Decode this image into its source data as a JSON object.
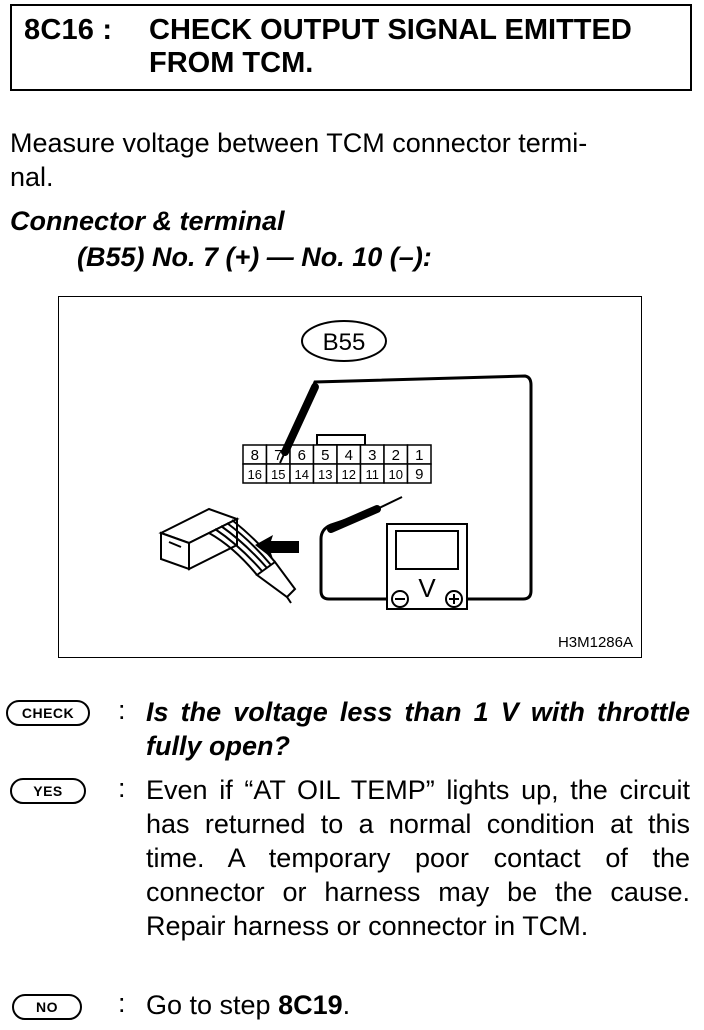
{
  "step": {
    "code": "8C16 :",
    "title": "CHECK OUTPUT SIGNAL EMITTED FROM TCM."
  },
  "instruction": "Measure voltage between TCM connector terminal.",
  "instruction_lines": [
    "Measure voltage between TCM connector termi-",
    "nal."
  ],
  "connector": {
    "label": "Connector & terminal",
    "value": "(B55) No. 7 (+) — No. 10 (–):"
  },
  "figure": {
    "connector_tag": "B55",
    "top_row_pins": [
      "8",
      "7",
      "6",
      "5",
      "4",
      "3",
      "2",
      "1"
    ],
    "bottom_row_pins": [
      "16",
      "15",
      "14",
      "13",
      "12",
      "11",
      "10",
      "9"
    ],
    "meter_symbol": "V",
    "meter_neg": "−",
    "meter_pos": "+",
    "figure_id": "H3M1286A"
  },
  "check": {
    "badge": "CHECK",
    "question": "Is the voltage less than 1 V with throttle fully open?"
  },
  "yes": {
    "badge": "YES",
    "text": "Even if “AT OIL TEMP” lights up, the circuit has returned to a normal condition at this time. A temporary poor contact of the connector or harness may be the cause. Repair harness or connector in TCM."
  },
  "no": {
    "badge": "NO",
    "prefix": "Go to step ",
    "step": "8C19",
    "suffix": "."
  },
  "colon": ":"
}
